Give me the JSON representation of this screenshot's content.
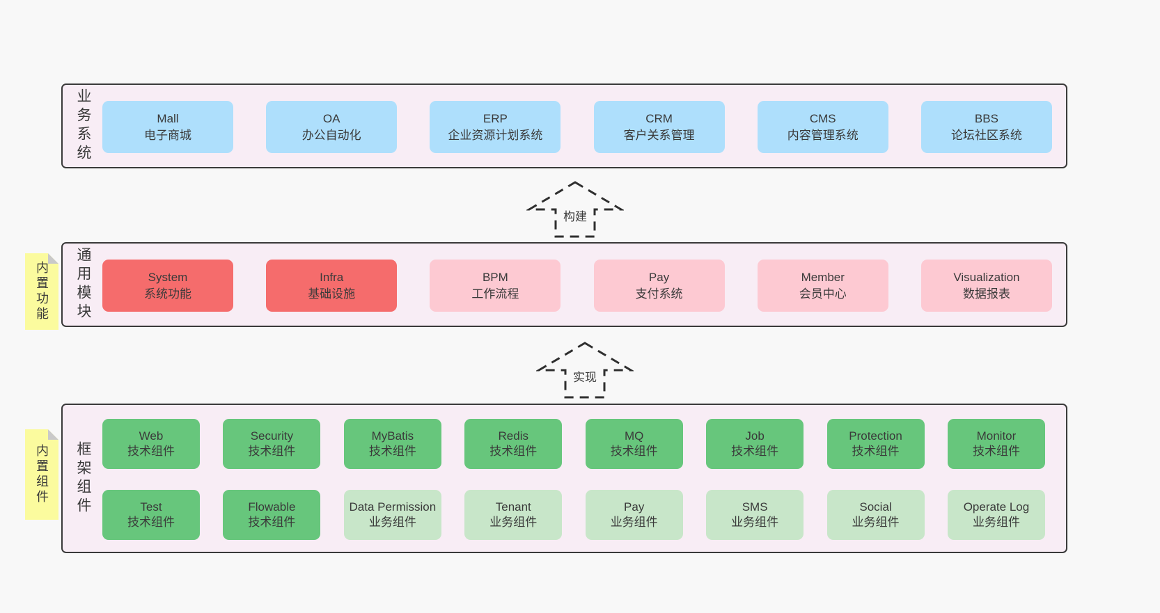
{
  "background": "#f8f8f8",
  "colors": {
    "layer_bg": "#f8edf5",
    "layer_border": "#3a3a3a",
    "blue_box": "#aedffc",
    "red_box": "#f56c6c",
    "pink_box": "#fdc9d2",
    "green_box": "#67c67c",
    "light_green_box": "#c8e6c9",
    "tag_yellow": "#fbfb9e",
    "tag_fold_gray": "#c9c9c9",
    "text": "#3a3a3a"
  },
  "arrows": [
    {
      "label": "构建"
    },
    {
      "label": "实现"
    }
  ],
  "layers": [
    {
      "label": "业务系统",
      "items": [
        {
          "name": "Mall",
          "desc": "电子商城"
        },
        {
          "name": "OA",
          "desc": "办公自动化"
        },
        {
          "name": "ERP",
          "desc": "企业资源计划系统"
        },
        {
          "name": "CRM",
          "desc": "客户关系管理"
        },
        {
          "name": "CMS",
          "desc": "内容管理系统"
        },
        {
          "name": "BBS",
          "desc": "论坛社区系统"
        }
      ]
    },
    {
      "label": "通用模块",
      "tag": "内置功能",
      "items": [
        {
          "name": "System",
          "desc": "系统功能"
        },
        {
          "name": "Infra",
          "desc": "基础设施"
        },
        {
          "name": "BPM",
          "desc": "工作流程"
        },
        {
          "name": "Pay",
          "desc": "支付系统"
        },
        {
          "name": "Member",
          "desc": "会员中心"
        },
        {
          "name": "Visualization",
          "desc": "数据报表"
        }
      ]
    },
    {
      "label": "框架组件",
      "tag": "内置组件",
      "rows": [
        [
          {
            "name": "Web",
            "desc": "技术组件"
          },
          {
            "name": "Security",
            "desc": "技术组件"
          },
          {
            "name": "MyBatis",
            "desc": "技术组件"
          },
          {
            "name": "Redis",
            "desc": "技术组件"
          },
          {
            "name": "MQ",
            "desc": "技术组件"
          },
          {
            "name": "Job",
            "desc": "技术组件"
          },
          {
            "name": "Protection",
            "desc": "技术组件"
          },
          {
            "name": "Monitor",
            "desc": "技术组件"
          }
        ],
        [
          {
            "name": "Test",
            "desc": "技术组件"
          },
          {
            "name": "Flowable",
            "desc": "技术组件"
          },
          {
            "name": "Data Permission",
            "desc": "业务组件"
          },
          {
            "name": "Tenant",
            "desc": "业务组件"
          },
          {
            "name": "Pay",
            "desc": "业务组件"
          },
          {
            "name": "SMS",
            "desc": "业务组件"
          },
          {
            "name": "Social",
            "desc": "业务组件"
          },
          {
            "name": "Operate Log",
            "desc": "业务组件"
          }
        ]
      ]
    }
  ]
}
